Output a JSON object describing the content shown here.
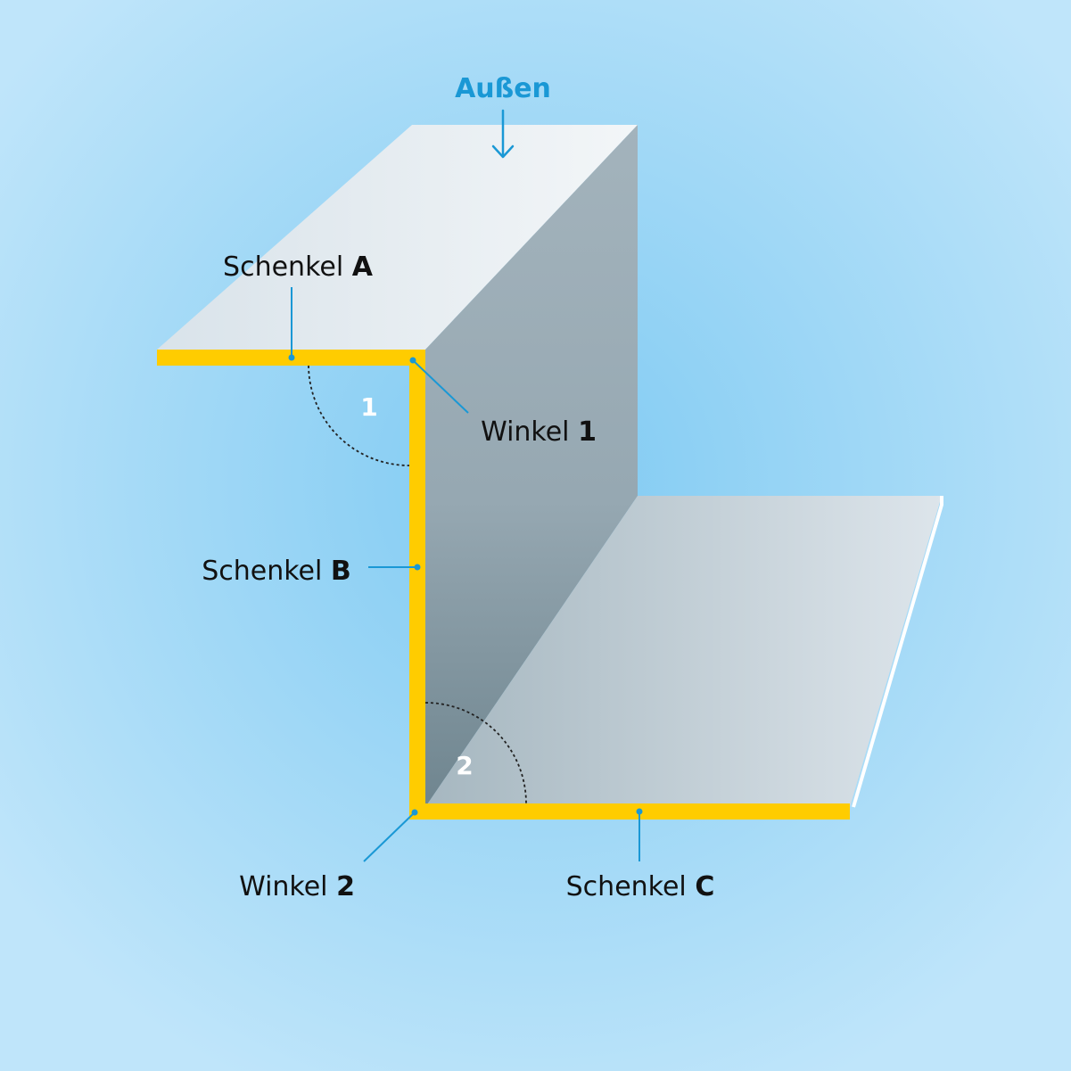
{
  "colors": {
    "background_center": "#7fcaf2",
    "background_edge": "#bfe5fa",
    "profile_edge": "#ffcc00",
    "leader_line": "#1a98d5",
    "outside_label": "#1a98d5"
  },
  "outside_label": "Außen",
  "legs": {
    "a": {
      "word": "Schenkel",
      "letter": "A"
    },
    "b": {
      "word": "Schenkel",
      "letter": "B"
    },
    "c": {
      "word": "Schenkel",
      "letter": "C"
    }
  },
  "angles": {
    "one": {
      "word": "Winkel",
      "number": "1",
      "marker": "1"
    },
    "two": {
      "word": "Winkel",
      "number": "2",
      "marker": "2"
    }
  },
  "icons": {
    "outside_arrow": "arrow-down-icon"
  }
}
